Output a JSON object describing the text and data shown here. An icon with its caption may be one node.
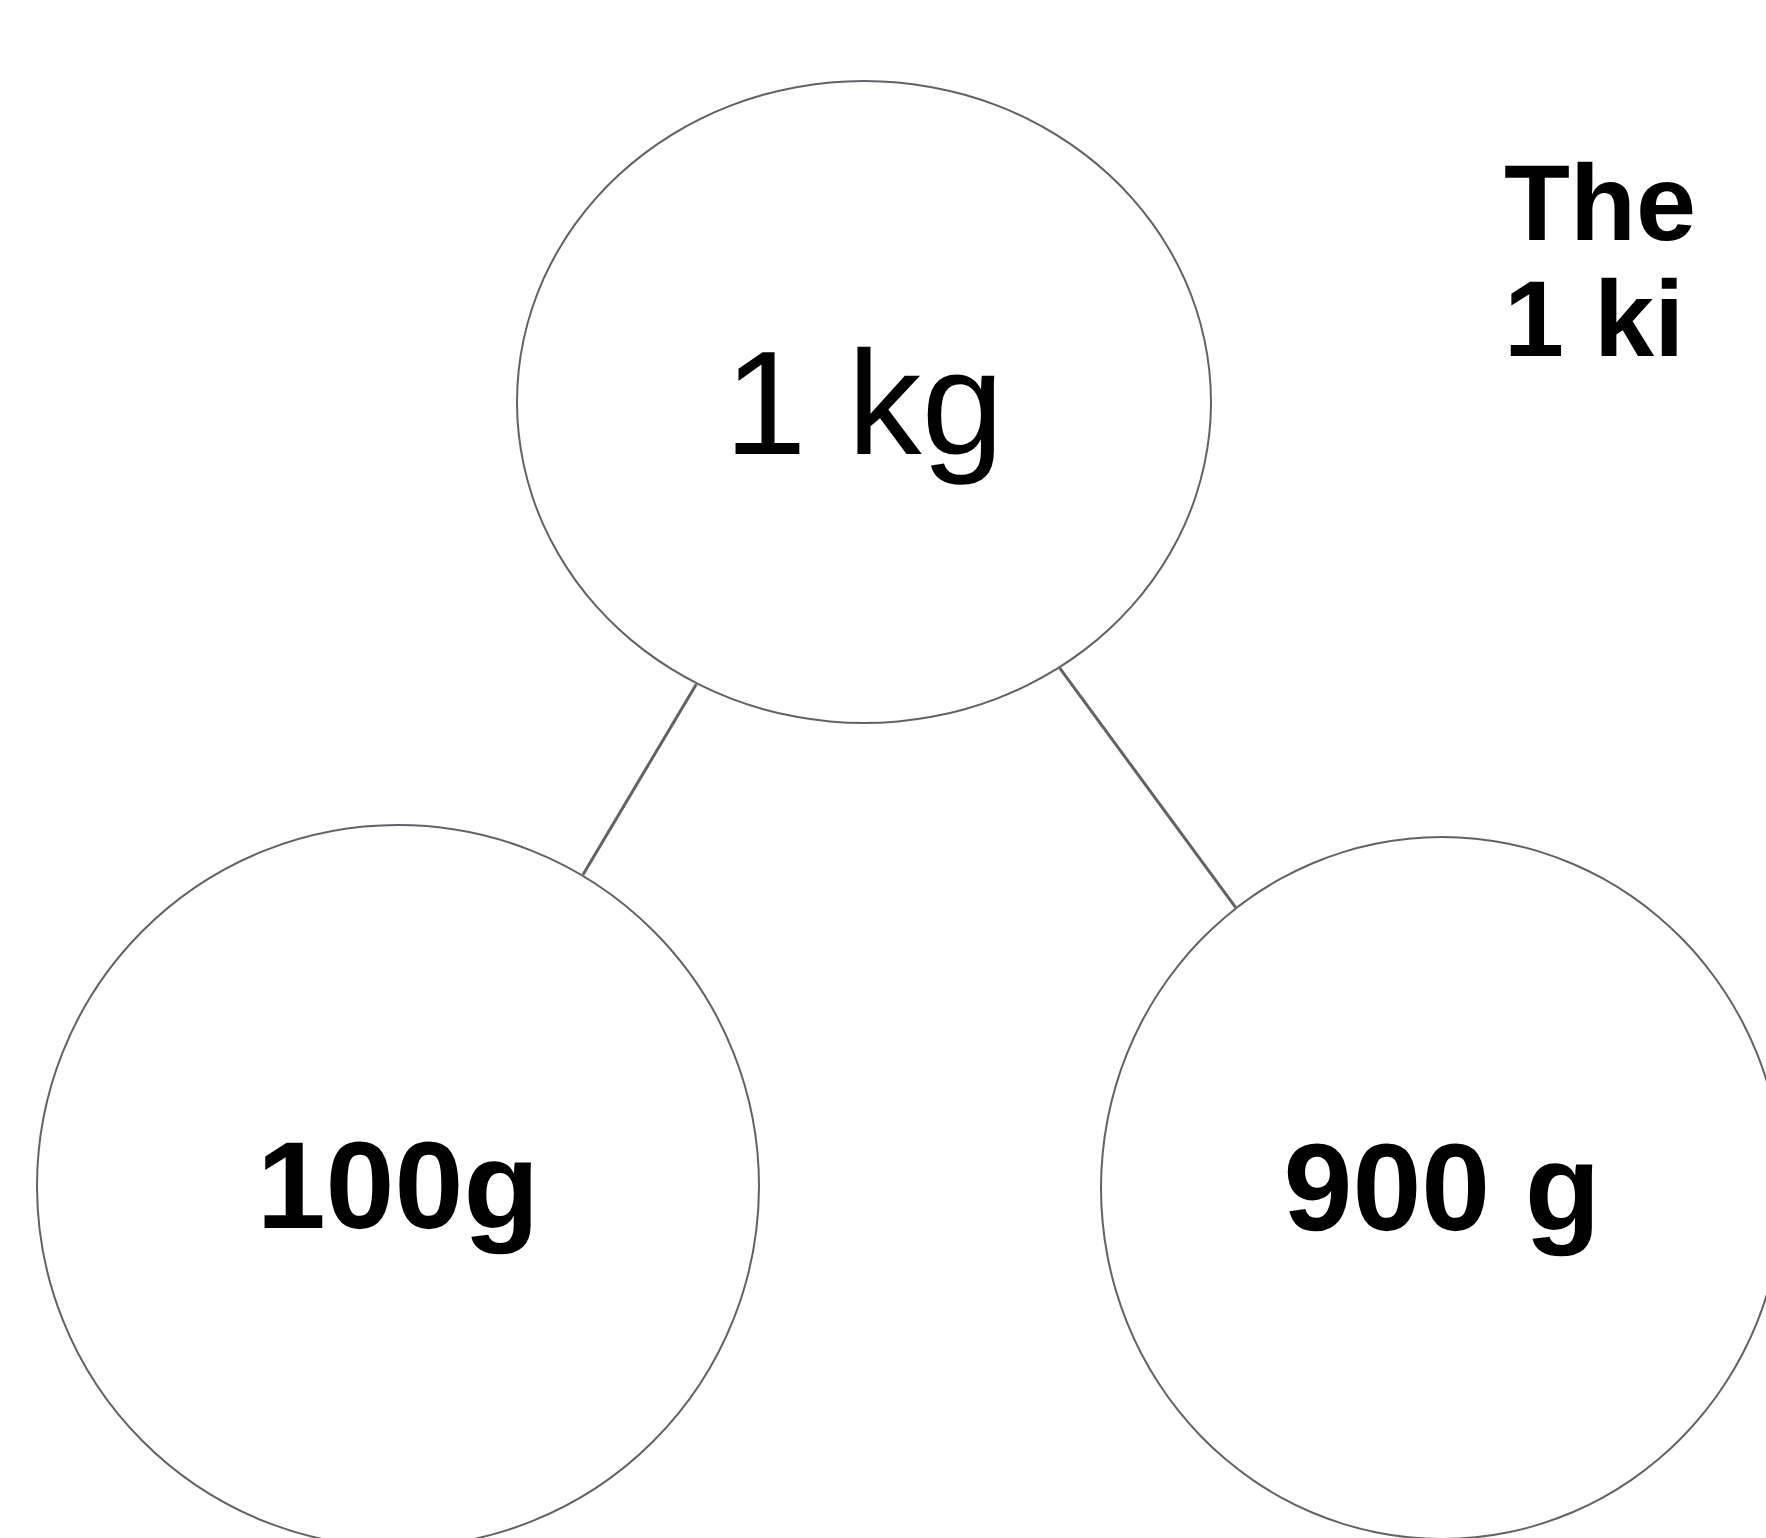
{
  "diagram": {
    "nodes": [
      {
        "text": [
          "1 kg"
        ]
      },
      {
        "text": [
          "100g"
        ]
      },
      {
        "text": [
          "900 g"
        ]
      }
    ],
    "edges": [
      {
        "from": 0,
        "to": 1,
        "arrow": "none"
      },
      {
        "from": 0,
        "to": 2,
        "arrow": "none"
      }
    ],
    "labels": [
      "The",
      "1 ki"
    ]
  }
}
